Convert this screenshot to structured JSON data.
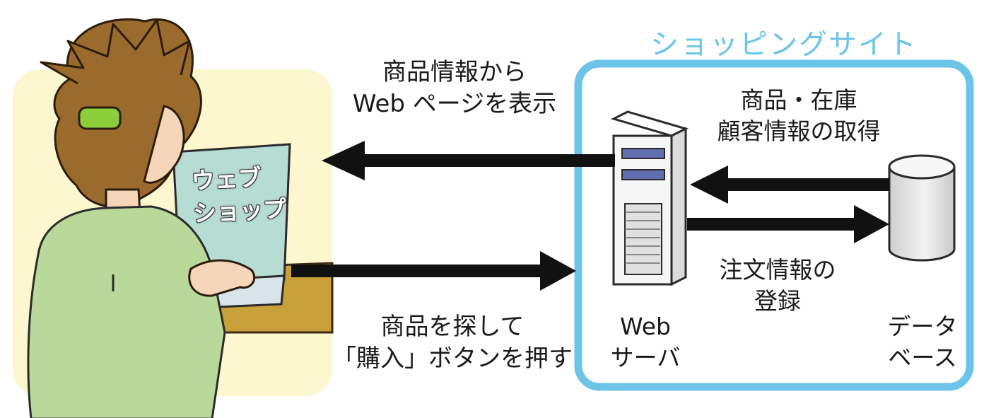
{
  "diagram": {
    "site_title": "ショッピングサイト",
    "screen_text": [
      "ウェブ",
      "ショップ"
    ],
    "flow_labels": {
      "display_page": [
        "商品情報から",
        "Web ページを表示"
      ],
      "purchase": [
        "商品を探して",
        "「購入」ボタンを押す"
      ],
      "fetch": [
        "商品・在庫",
        "顧客情報の取得"
      ],
      "register": [
        "注文情報の",
        "登録"
      ]
    },
    "components": {
      "web_server": [
        "Web",
        "サーバ"
      ],
      "database": [
        "データ",
        "ベース"
      ]
    },
    "colors": {
      "site_border": "#6cc4e9",
      "user_area": "#fdf7cf",
      "hair": "#9a6b2c",
      "shirt": "#b9d99a",
      "screen": "#b7dcd3",
      "hair_clip": "#8ccf3a",
      "arrow": "#111111"
    }
  }
}
